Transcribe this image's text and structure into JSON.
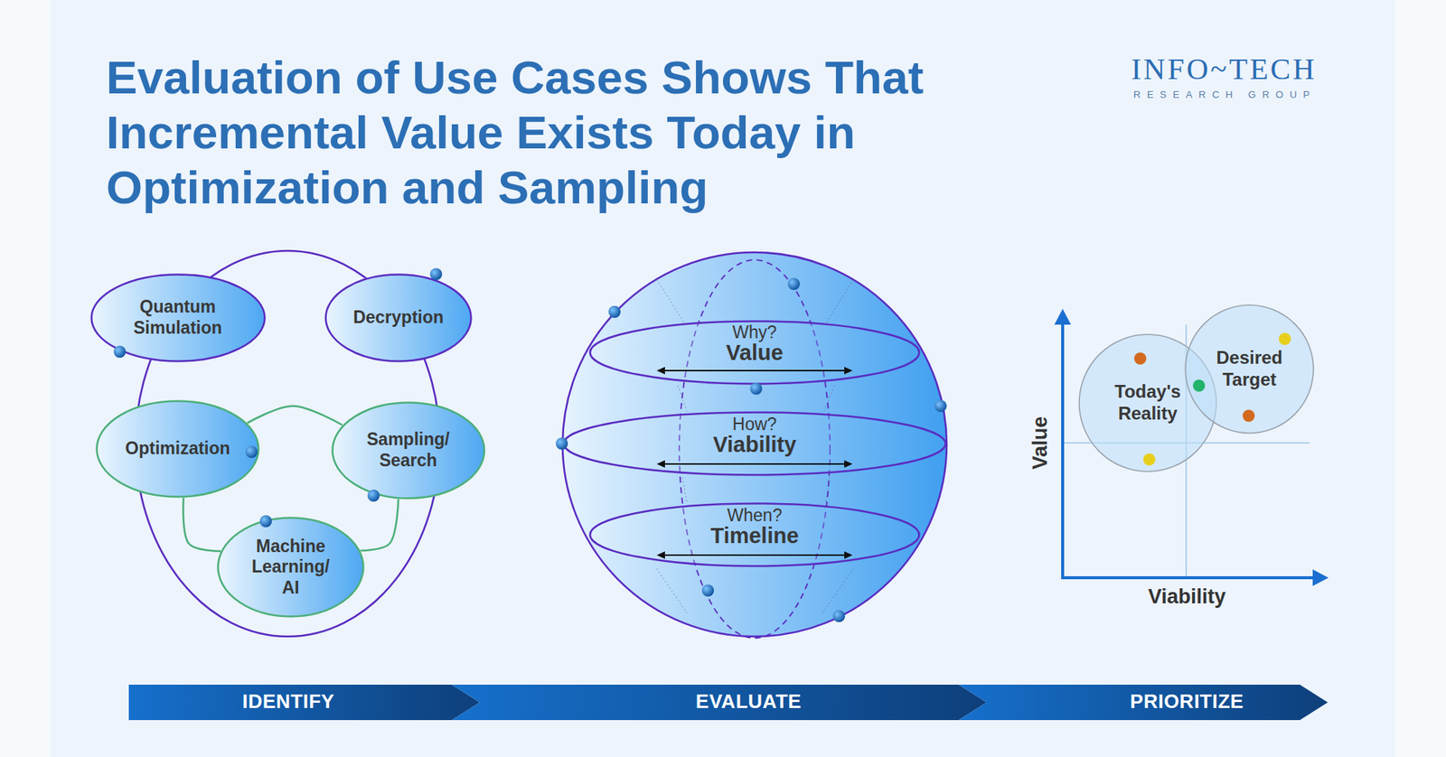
{
  "diagram": {
    "title": "Evaluation of Use Cases Shows That Incremental Value Exists Today in Optimization and Sampling",
    "nodes": [
      {
        "text": [
          "Quantum Simulation"
        ]
      },
      {
        "text": [
          "Decryption"
        ]
      },
      {
        "text": [
          "Optimization"
        ]
      },
      {
        "text": [
          "Sampling/ Search"
        ]
      },
      {
        "text": [
          "Machine Learning/ AI"
        ]
      },
      {
        "text": [
          "Why?",
          "Value"
        ]
      },
      {
        "text": [
          "How?",
          "Viability"
        ]
      },
      {
        "text": [
          "When?",
          "Timeline"
        ]
      },
      {
        "text": [
          "Today's Reality"
        ]
      },
      {
        "text": [
          "Desired Target"
        ]
      },
      {
        "text": [
          "IDENTIFY"
        ]
      },
      {
        "text": [
          "EVALUATE"
        ]
      },
      {
        "text": [
          "PRIORITIZE"
        ]
      }
    ],
    "edges": [
      {
        "from": 2,
        "to": 3,
        "arrow": "none"
      },
      {
        "from": 2,
        "to": 4,
        "arrow": "none"
      },
      {
        "from": 3,
        "to": 4,
        "arrow": "none"
      }
    ],
    "labels": [
      "INFO~TECH",
      "RESEARCH GROUP",
      "Value",
      "Viability"
    ]
  }
}
